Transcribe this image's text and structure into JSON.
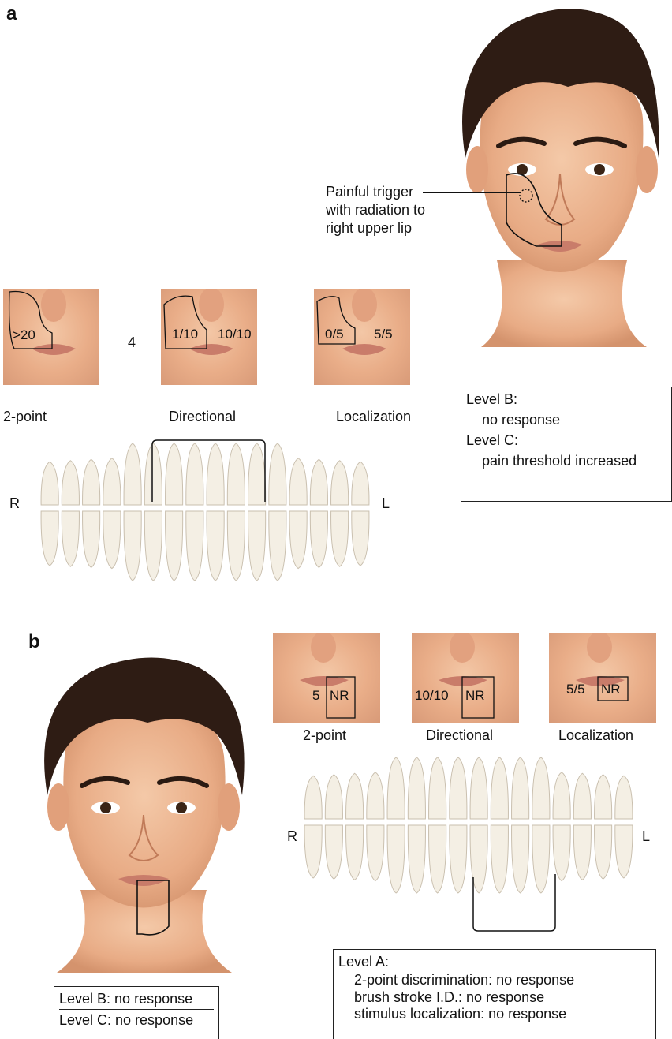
{
  "panel_a": {
    "letter": "a",
    "trigger_label_lines": [
      "Painful trigger",
      "with radiation to",
      "right upper lip"
    ],
    "between_value": "4",
    "thumbnails": [
      {
        "values": [
          ">20"
        ]
      },
      {
        "values": [
          "1/10",
          "10/10"
        ]
      },
      {
        "values": [
          "0/5",
          "5/5"
        ]
      }
    ],
    "test_labels": [
      "2-point",
      "Directional",
      "Localization"
    ],
    "side_right": "R",
    "side_left": "L",
    "levels": [
      {
        "title": "Level B:",
        "detail": "no response"
      },
      {
        "title": "Level C:",
        "detail": "pain threshold increased"
      }
    ]
  },
  "panel_b": {
    "letter": "b",
    "thumbnails": [
      {
        "value": "5",
        "box_value": "NR",
        "label": "2-point"
      },
      {
        "value": "10/10",
        "box_value": "NR",
        "label": "Directional"
      },
      {
        "value": "5/5",
        "box_value": "NR",
        "label": "Localization"
      }
    ],
    "side_right": "R",
    "side_left": "L",
    "levels_left": [
      "Level B: no response",
      "Level C: no response"
    ],
    "level_a": {
      "title": "Level A:",
      "lines": [
        "2-point discrimination: no response",
        "brush stroke I.D.: no response",
        "stimulus localization: no response"
      ]
    }
  },
  "colors": {
    "skin": "#eab18c",
    "hair": "#2e1c14",
    "tooth": "#f4efe4",
    "outline": "#111111"
  }
}
